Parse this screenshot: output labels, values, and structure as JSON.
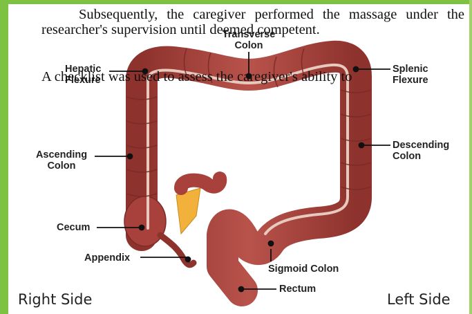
{
  "text": {
    "line1": "Subsequently, the caregiver performed the massage under the researcher's supervision until deemed competent.",
    "line2": "A checklist was used to assess the caregiver's ability to"
  },
  "labels": {
    "transverse_1": "Transverse",
    "transverse_2": "Colon",
    "hepatic_1": "Hepatic",
    "hepatic_2": "Flexure",
    "splenic_1": "Splenic",
    "splenic_2": "Flexure",
    "ascending_1": "Ascending",
    "ascending_2": "Colon",
    "descending_1": "Descending",
    "descending_2": "Colon",
    "cecum": "Cecum",
    "appendix": "Appendix",
    "sigmoid": "Sigmoid Colon",
    "rectum": "Rectum"
  },
  "sides": {
    "right": "Right Side",
    "left": "Left Side"
  },
  "colors": {
    "colon": "#a8413b",
    "colon_dark": "#7a2a26",
    "lumen": "#e8c9bd",
    "fat": "#f2b13b",
    "accent_border": "#7dc242"
  }
}
